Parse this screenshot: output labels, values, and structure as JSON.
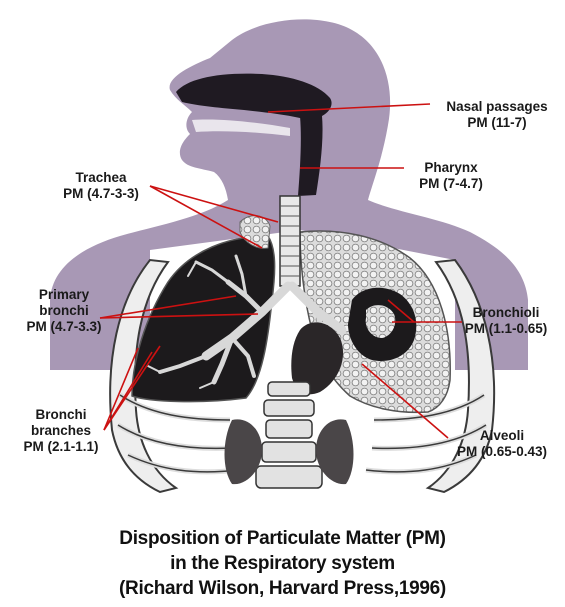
{
  "labels": {
    "nasal": {
      "name": "Nasal passages",
      "pm": "PM (11-7)"
    },
    "pharynx": {
      "name": "Pharynx",
      "pm": "PM (7-4.7)"
    },
    "trachea": {
      "name": "Trachea",
      "pm": "PM (4.7-3-3)"
    },
    "primary_bronchi": {
      "name_line1": "Primary",
      "name_line2": "bronchi",
      "pm": "PM (4.7-3.3)"
    },
    "bronchioli": {
      "name": "Bronchioli",
      "pm": "PM (1.1-0.65)"
    },
    "alveoli": {
      "name": "Alveoli",
      "pm": "PM (0.65-0.43)"
    },
    "bronchi_branches": {
      "name_line1": "Bronchi",
      "name_line2": "branches",
      "pm": "PM (2.1-1.1)"
    }
  },
  "caption": {
    "line1": "Disposition of Particulate Matter (PM)",
    "line2": "in the Respiratory system",
    "line3": "(Richard Wilson, Harvard Press,1996)"
  },
  "colors": {
    "silhouette": "#a898b5",
    "airway": "#1f1a22",
    "lung_dark": "#1c1a1c",
    "alveoli_fill": "#e4e4e4",
    "pointer": "#cc1111"
  }
}
